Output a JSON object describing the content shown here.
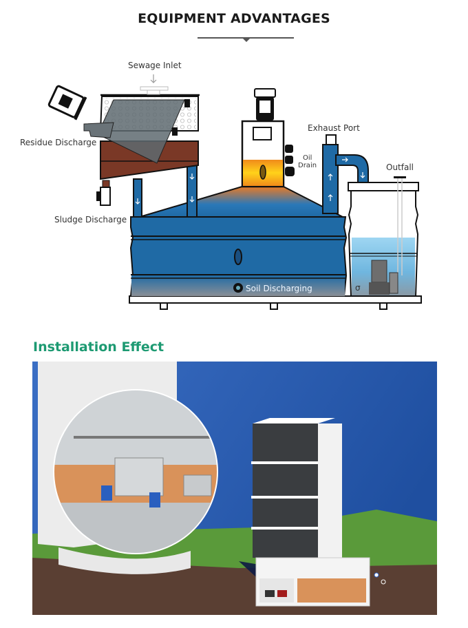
{
  "header": {
    "title": "EQUIPMENT ADVANTAGES"
  },
  "diagram": {
    "labels": {
      "sewage_inlet": "Sewage Inlet",
      "residue_discharge": "Residue Discharge",
      "sludge_discharge": "Sludge Discharge",
      "exhaust_port": "Exhaust Port",
      "oil_drain_line1": "Oil",
      "oil_drain_line2": "Drain",
      "outfall": "Outfall",
      "soil_discharging": "Soil Discharging"
    },
    "colors": {
      "tank_blue": "#1f6aa5",
      "sludge_brown": "#7a3826",
      "oil_orange": "#f5a623",
      "water_light_blue": "#8fd0f0",
      "outline": "#111111"
    }
  },
  "installation": {
    "title": "Installation Effect",
    "colors": {
      "title_green": "#1d9a72",
      "sky_blue": "#2f63b8",
      "grass_green": "#5a9a3a",
      "soil_brown": "#5a3f33"
    }
  }
}
